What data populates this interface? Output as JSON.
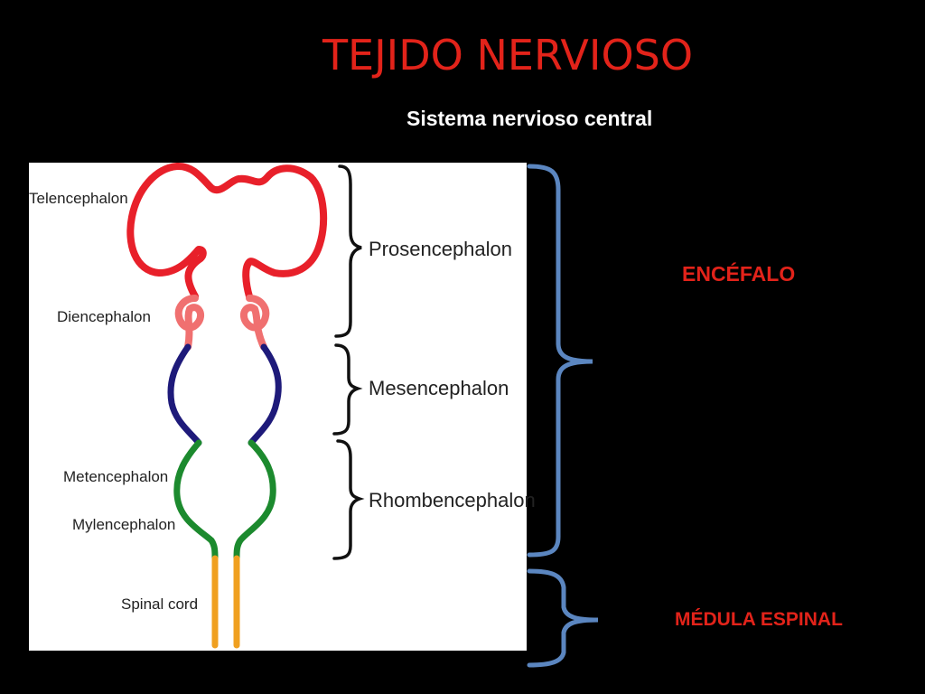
{
  "title": "TEJIDO NERVIOSO",
  "subtitle": "Sistema nervioso central",
  "diagram": {
    "left_labels": {
      "telencephalon": "Telencephalon",
      "diencephalon": "Diencephalon",
      "metencephalon": "Metencephalon",
      "mylencephalon": "Mylencephalon",
      "spinal_cord": "Spinal cord"
    },
    "right_labels": {
      "prosencephalon": "Prosencephalon",
      "mesencephalon": "Mesencephalon",
      "rhombencephalon": "Rhombencephalon"
    },
    "colors": {
      "telencephalon": "#e8202a",
      "diencephalon": "#f07070",
      "mesencephalon": "#1e1a7a",
      "rhombencephalon": "#1c8a2e",
      "spinal_cord": "#f0a020",
      "brace_outer": "#5b86c0",
      "brace_inner": "#111111"
    }
  },
  "regions": {
    "encefalo": "ENCÉFALO",
    "medula": "MÉDULA ESPINAL"
  }
}
